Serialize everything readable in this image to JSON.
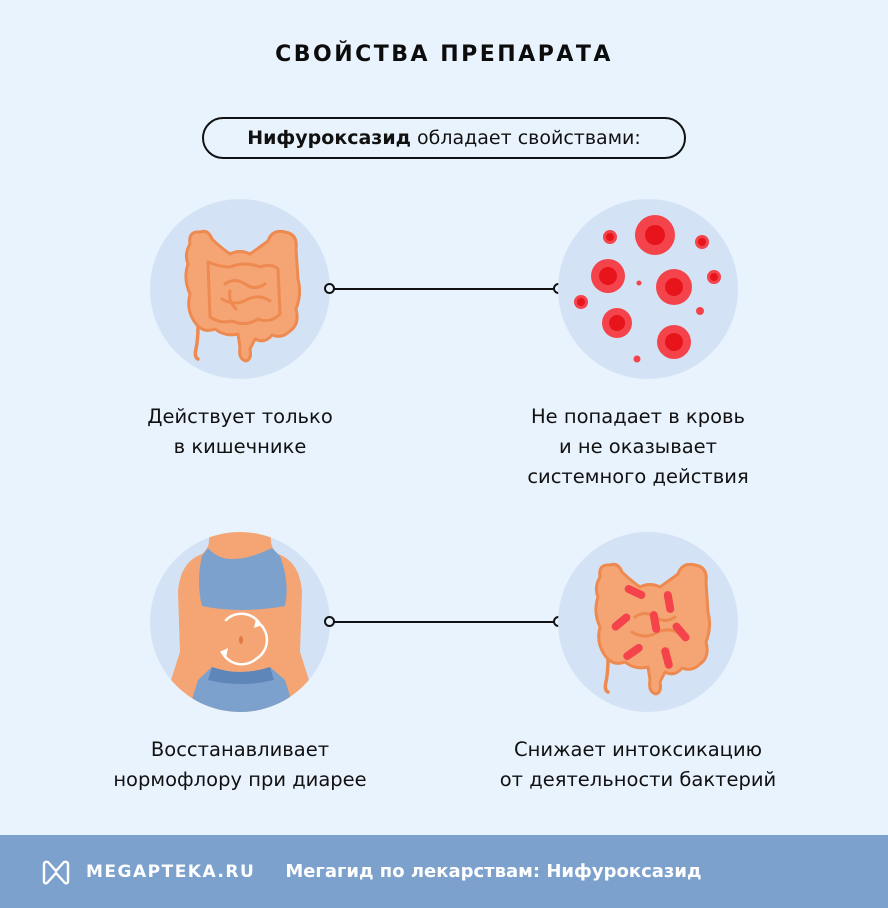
{
  "header": {
    "title": "СВОЙСТВА ПРЕПАРАТА",
    "subtitle_bold": "Нифуроксазид",
    "subtitle_rest": "обладает свойствами:"
  },
  "properties": [
    {
      "icon": "intestine-icon",
      "lines": [
        "Действует только",
        "в кишечнике"
      ]
    },
    {
      "icon": "blood-cells-icon",
      "lines": [
        "Не попадает в кровь",
        "и не оказывает",
        "системного действия"
      ]
    },
    {
      "icon": "abdomen-icon",
      "lines": [
        "Восстанавливает",
        "нормофлору при диарее"
      ]
    },
    {
      "icon": "intestine-bacteria-icon",
      "lines": [
        "Снижает интоксикацию",
        "от деятельности бактерий"
      ]
    }
  ],
  "footer": {
    "logo_icon": "megapteka-logo-icon",
    "brand": "MEGAPTEKA.RU",
    "tagline": "Мегагид по лекарствам: Нифуроксазид"
  },
  "colors": {
    "background": "#e9f3fe",
    "circle": "#d3e3f5",
    "intestine": "#f5a474",
    "intestine_outline": "#ee8a50",
    "blood": "#f4434b",
    "blood_core": "#e8141b",
    "clothing": "#7ba1cc",
    "footer": "#7ba1cc"
  }
}
